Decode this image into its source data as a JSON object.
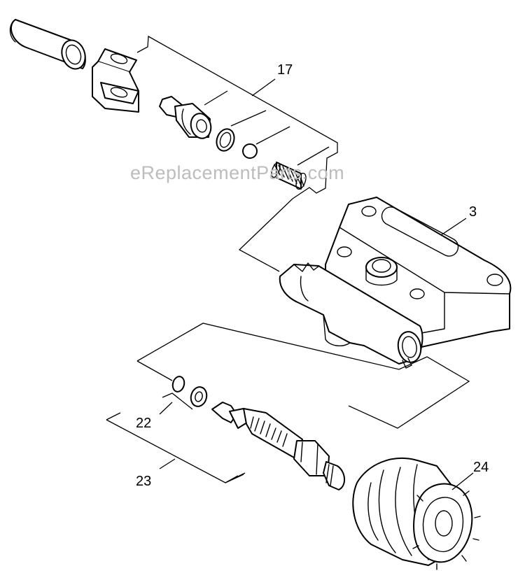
{
  "watermark": "eReplacementParts.com",
  "callouts": {
    "c17": "17",
    "c3": "3",
    "c22": "22",
    "c23": "23",
    "c24": "24"
  }
}
